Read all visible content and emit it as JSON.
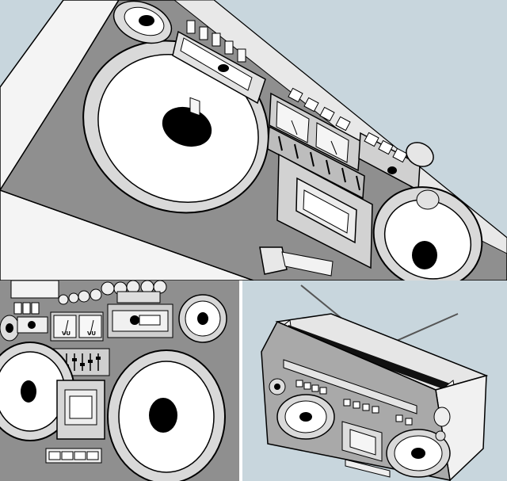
{
  "image": {
    "panels": [
      {
        "view": "close-up",
        "subject": "boombox"
      },
      {
        "view": "front",
        "subject": "boombox"
      },
      {
        "view": "isometric",
        "subject": "boombox"
      }
    ]
  },
  "meters": {
    "left_label": "VU",
    "right_label": "VU"
  },
  "colors": {
    "background": "#c8d6dd",
    "body": "#8f8f8f",
    "body_light": "#f2f2f2",
    "outline": "#000000",
    "woofer_cone": "#ffffff",
    "woofer_center": "#000000"
  }
}
